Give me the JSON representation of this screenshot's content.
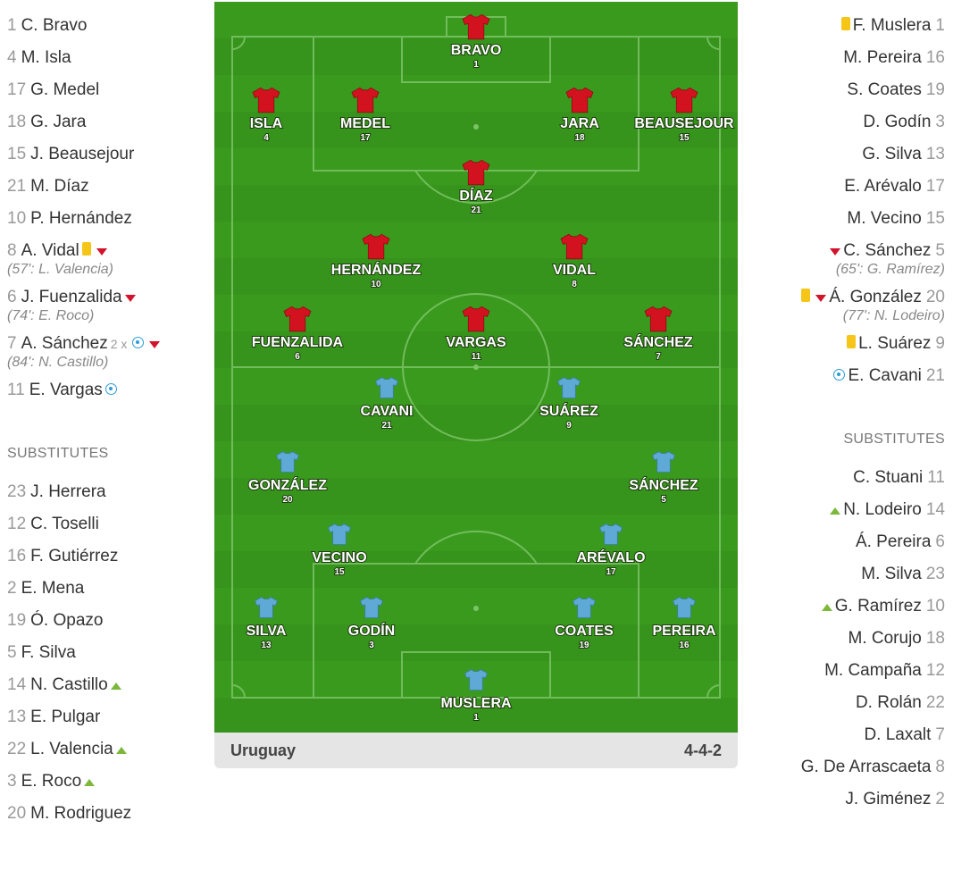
{
  "home": {
    "starters": [
      {
        "num": "1",
        "name": "C. Bravo",
        "events": []
      },
      {
        "num": "4",
        "name": "M. Isla",
        "events": []
      },
      {
        "num": "17",
        "name": "G. Medel",
        "events": []
      },
      {
        "num": "18",
        "name": "G. Jara",
        "events": []
      },
      {
        "num": "15",
        "name": "J. Beausejour",
        "events": []
      },
      {
        "num": "21",
        "name": "M. Díaz",
        "events": []
      },
      {
        "num": "10",
        "name": "P. Hernández",
        "events": []
      },
      {
        "num": "8",
        "name": "A. Vidal",
        "events": [
          "yellow-card",
          "sub-off"
        ],
        "sub_note": "(57': L. Valencia)"
      },
      {
        "num": "6",
        "name": "J. Fuenzalida",
        "events": [
          "sub-off"
        ],
        "sub_note": "(74': E. Roco)"
      },
      {
        "num": "7",
        "name": "A. Sánchez",
        "goal_times": "2 x",
        "events": [
          "goal",
          "sub-off"
        ],
        "sub_note": "(84': N. Castillo)"
      },
      {
        "num": "11",
        "name": "E. Vargas",
        "events": [
          "goal"
        ]
      }
    ],
    "subs_heading": "SUBSTITUTES",
    "substitutes": [
      {
        "num": "23",
        "name": "J. Herrera",
        "events": []
      },
      {
        "num": "12",
        "name": "C. Toselli",
        "events": []
      },
      {
        "num": "16",
        "name": "F. Gutiérrez",
        "events": []
      },
      {
        "num": "2",
        "name": "E. Mena",
        "events": []
      },
      {
        "num": "19",
        "name": "Ó. Opazo",
        "events": []
      },
      {
        "num": "5",
        "name": "F. Silva",
        "events": []
      },
      {
        "num": "14",
        "name": "N. Castillo",
        "events": [
          "sub-on"
        ]
      },
      {
        "num": "13",
        "name": "E. Pulgar",
        "events": []
      },
      {
        "num": "22",
        "name": "L. Valencia",
        "events": [
          "sub-on"
        ]
      },
      {
        "num": "3",
        "name": "E. Roco",
        "events": [
          "sub-on"
        ]
      },
      {
        "num": "20",
        "name": "M. Rodriguez",
        "events": []
      }
    ]
  },
  "away": {
    "starters": [
      {
        "num": "1",
        "name": "F. Muslera",
        "events": [
          "yellow-card"
        ]
      },
      {
        "num": "16",
        "name": "M. Pereira",
        "events": []
      },
      {
        "num": "19",
        "name": "S. Coates",
        "events": []
      },
      {
        "num": "3",
        "name": "D. Godín",
        "events": []
      },
      {
        "num": "13",
        "name": "G. Silva",
        "events": []
      },
      {
        "num": "17",
        "name": "E. Arévalo",
        "events": []
      },
      {
        "num": "15",
        "name": "M. Vecino",
        "events": []
      },
      {
        "num": "5",
        "name": "C. Sánchez",
        "events": [
          "sub-off"
        ],
        "sub_note": "(65': G. Ramírez)"
      },
      {
        "num": "20",
        "name": "Á. González",
        "events": [
          "yellow-card",
          "sub-off"
        ],
        "sub_note": "(77': N. Lodeiro)"
      },
      {
        "num": "9",
        "name": "L. Suárez",
        "events": [
          "yellow-card"
        ]
      },
      {
        "num": "21",
        "name": "E. Cavani",
        "events": [
          "goal"
        ]
      }
    ],
    "subs_heading": "SUBSTITUTES",
    "substitutes": [
      {
        "num": "11",
        "name": "C. Stuani",
        "events": []
      },
      {
        "num": "14",
        "name": "N. Lodeiro",
        "events": [
          "sub-on"
        ]
      },
      {
        "num": "6",
        "name": "Á. Pereira",
        "events": []
      },
      {
        "num": "23",
        "name": "M. Silva",
        "events": []
      },
      {
        "num": "10",
        "name": "G. Ramírez",
        "events": [
          "sub-on"
        ]
      },
      {
        "num": "18",
        "name": "M. Corujo",
        "events": []
      },
      {
        "num": "12",
        "name": "M. Campaña",
        "events": []
      },
      {
        "num": "22",
        "name": "D. Rolán",
        "events": []
      },
      {
        "num": "7",
        "name": "D. Laxalt",
        "events": []
      },
      {
        "num": "8",
        "name": "G. De Arrascaeta",
        "events": []
      },
      {
        "num": "2",
        "name": "J. Giménez",
        "events": []
      }
    ]
  },
  "pitch": {
    "home_shirt_color": "#d2131f",
    "away_shirt_color": "#5fa9d6",
    "home_players": [
      {
        "label": "BRAVO",
        "num": "1"
      },
      {
        "label": "ISLA",
        "num": "4"
      },
      {
        "label": "MEDEL",
        "num": "17"
      },
      {
        "label": "JARA",
        "num": "18"
      },
      {
        "label": "BEAUSEJOUR",
        "num": "15"
      },
      {
        "label": "DÍAZ",
        "num": "21"
      },
      {
        "label": "HERNÁNDEZ",
        "num": "10"
      },
      {
        "label": "VIDAL",
        "num": "8"
      },
      {
        "label": "FUENZALIDA",
        "num": "6"
      },
      {
        "label": "VARGAS",
        "num": "11"
      },
      {
        "label": "SÁNCHEZ",
        "num": "7"
      }
    ],
    "away_players": [
      {
        "label": "CAVANI",
        "num": "21"
      },
      {
        "label": "SUÁREZ",
        "num": "9"
      },
      {
        "label": "GONZÁLEZ",
        "num": "20"
      },
      {
        "label": "SÁNCHEZ",
        "num": "5"
      },
      {
        "label": "VECINO",
        "num": "15"
      },
      {
        "label": "ARÉVALO",
        "num": "17"
      },
      {
        "label": "SILVA",
        "num": "13"
      },
      {
        "label": "GODÍN",
        "num": "3"
      },
      {
        "label": "COATES",
        "num": "19"
      },
      {
        "label": "PEREIRA",
        "num": "16"
      },
      {
        "label": "MUSLERA",
        "num": "1"
      }
    ]
  },
  "footer": {
    "team": "Uruguay",
    "formation": "4-4-2"
  }
}
